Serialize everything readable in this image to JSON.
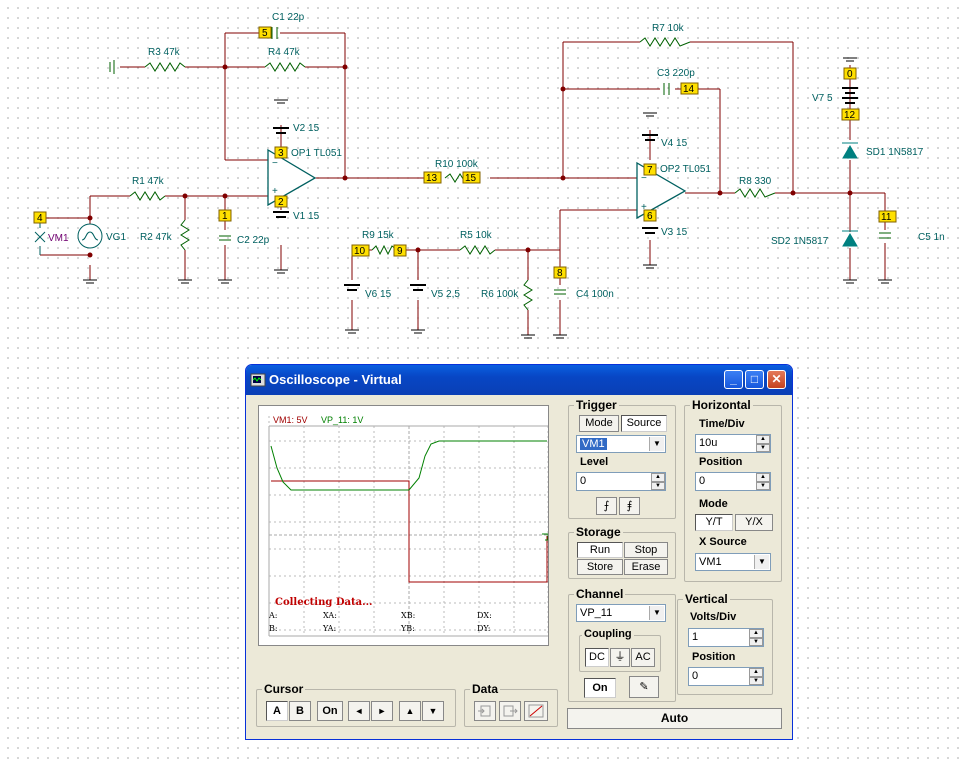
{
  "schematic": {
    "components": {
      "c1": "C1 22p",
      "r3": "R3 47k",
      "r4": "R4 47k",
      "v2": "V2 15",
      "op1": "OP1 TL051",
      "v1": "V1 15",
      "r1": "R1 47k",
      "r2": "R2 47k",
      "c2": "C2 22p",
      "vm1": "VM1",
      "vg1": "VG1",
      "r10": "R10 100k",
      "r9": "R9 15k",
      "r5": "R5 10k",
      "v6": "V6 15",
      "v5": "V5 2,5",
      "r6": "R6 100k",
      "c4": "C4 100n",
      "r7": "R7 10k",
      "c3": "C3 220p",
      "v4": "V4 15",
      "op2": "OP2 TL051",
      "v3": "V3 15",
      "r8": "R8 330",
      "v7": "V7 5",
      "sd1": "SD1 1N5817",
      "sd2": "SD2 1N5817",
      "c5": "C5 1n"
    },
    "nodes": {
      "n0": "0",
      "n1": "1",
      "n2": "2",
      "n3": "3",
      "n4": "4",
      "n5": "5",
      "n6": "6",
      "n7": "7",
      "n8": "8",
      "n9": "9",
      "n10": "10",
      "n11": "11",
      "n12": "12",
      "n13": "13",
      "n14": "14",
      "n15": "15"
    }
  },
  "oscilloscope": {
    "title": "Oscilloscope - Virtual",
    "screen": {
      "ch1_label": "VM1: 5V",
      "ch2_label": "VP_11: 1V",
      "ch1_color": "#a00000",
      "ch2_color": "#008000",
      "status": "Collecting Data...",
      "readouts": {
        "a": "A:",
        "b": "B:",
        "xa": "XA:",
        "ya": "YA:",
        "xb": "XB:",
        "yb": "YB:",
        "dx": "DX:",
        "dy": "DY:"
      }
    },
    "trigger": {
      "title": "Trigger",
      "mode_btn": "Mode",
      "source_btn": "Source",
      "source_value": "VM1",
      "level_label": "Level",
      "level_value": "0"
    },
    "horizontal": {
      "title": "Horizontal",
      "timediv_label": "Time/Div",
      "timediv_value": "10u",
      "position_label": "Position",
      "position_value": "0",
      "mode_label": "Mode",
      "yt_btn": "Y/T",
      "yx_btn": "Y/X",
      "xsource_label": "X Source",
      "xsource_value": "VM1"
    },
    "storage": {
      "title": "Storage",
      "run": "Run",
      "stop": "Stop",
      "store": "Store",
      "erase": "Erase"
    },
    "channel": {
      "title": "Channel",
      "value": "VP_11",
      "coupling_label": "Coupling",
      "dc": "DC",
      "gnd": "⏚",
      "ac": "AC",
      "on_btn": "On"
    },
    "vertical": {
      "title": "Vertical",
      "voltsdiv_label": "Volts/Div",
      "voltsdiv_value": "1",
      "position_label": "Position",
      "position_value": "0"
    },
    "cursor": {
      "title": "Cursor",
      "a": "A",
      "b": "B",
      "on": "On",
      "left": "◄",
      "right": "►",
      "up": "▲",
      "down": "▼"
    },
    "data_group": {
      "title": "Data"
    },
    "auto_btn": "Auto"
  }
}
